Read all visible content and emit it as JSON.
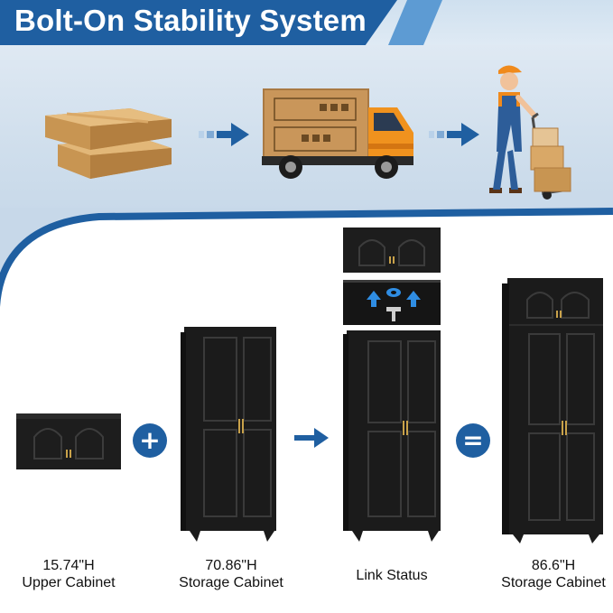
{
  "header": {
    "title": "Bolt-On Stability System"
  },
  "delivery": {
    "steps": [
      "stacked-boxes-icon",
      "delivery-truck-icon",
      "courier-with-hand-truck-icon"
    ],
    "connector_icon": "right-arrow-icon"
  },
  "assembly": {
    "plus_symbol": "+",
    "equals_symbol": "=",
    "items": [
      {
        "height": "15.74\"H",
        "name": "Upper Cabinet"
      },
      {
        "height": "70.86\"H",
        "name": "Storage Cabinet"
      },
      {
        "height": "",
        "name": "Link Status"
      },
      {
        "height": "86.6\"H",
        "name": "Storage Cabinet"
      }
    ]
  },
  "colors": {
    "brand_blue": "#1f5fa1",
    "accent_blue": "#5d9bd3",
    "cabinet_black": "#1b1b1b",
    "handle_gold": "#c9a24a"
  }
}
